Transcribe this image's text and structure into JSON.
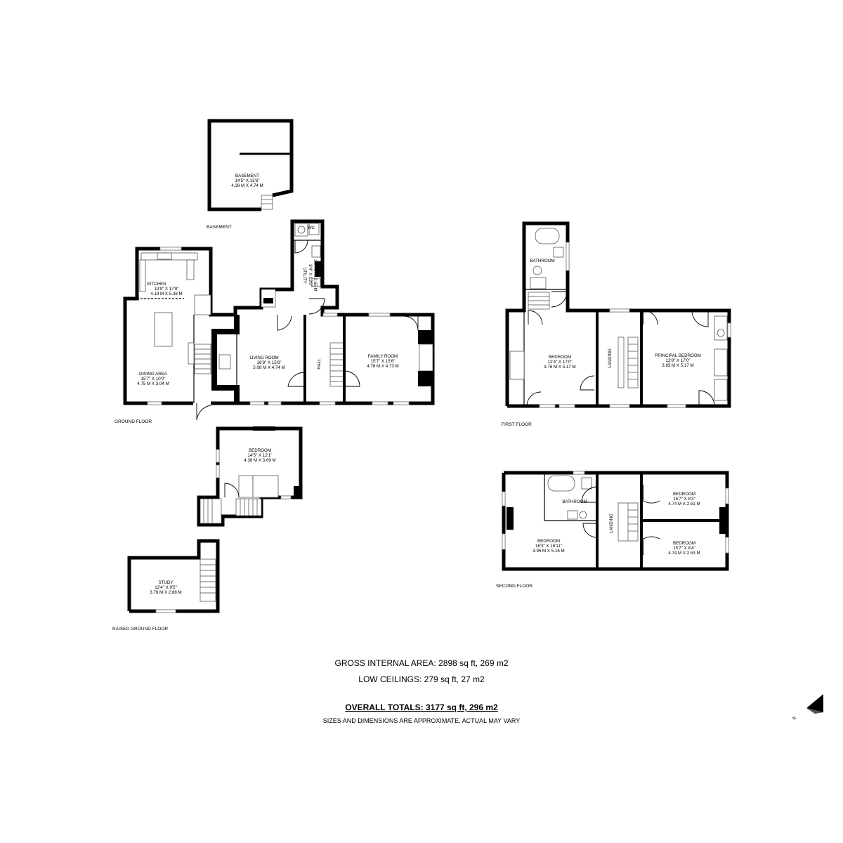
{
  "floors": {
    "basement": "BASEMENT",
    "ground": "GROUND FLOOR",
    "raised_ground": "RAISED GROUND FLOOR",
    "first": "FIRST FLOOR",
    "second": "SECOND FLOOR"
  },
  "rooms": {
    "basement": {
      "name": "BASEMENT",
      "imperial": "14'5\" X 15'6\"",
      "metric": "4.38 M X 4.74 M"
    },
    "kitchen": {
      "name": "KITCHEN",
      "imperial": "13'9\" X 17'8\"",
      "metric": "4.19 M X 5.38 M"
    },
    "dining": {
      "name": "DINING AREA",
      "imperial": "15'7\" X 10'0\"",
      "metric": "4.75 M X 3.04 M"
    },
    "living": {
      "name": "LIVING ROOM",
      "imperial": "16'8\" X 15'6\"",
      "metric": "5.08 M X 4.74 M"
    },
    "utility": {
      "name": "UTILITY",
      "imperial": "8'4\" X 12'0\"",
      "metric": "2.54 M X 3.65 M"
    },
    "wc": {
      "name": "WC"
    },
    "hall": {
      "name": "HALL"
    },
    "family": {
      "name": "FAMILY ROOM",
      "imperial": "15'7\" X 15'6\"",
      "metric": "4.76 M X 4.73 M"
    },
    "raised_bedroom": {
      "name": "BEDROOM",
      "imperial": "14'5\" X 12'1\"",
      "metric": "4.38 M X 3.69 M"
    },
    "study": {
      "name": "STUDY",
      "imperial": "12'4\" X 9'5\"",
      "metric": "3.76 M X 2.88 M"
    },
    "first_bathroom": {
      "name": "BATHROOM"
    },
    "first_bedroom": {
      "name": "BEDROOM",
      "imperial": "12'4\" X 17'0\"",
      "metric": "3.76 M X 5.17 M"
    },
    "first_landing": {
      "name": "LANDING"
    },
    "principal_bedroom": {
      "name": "PRINCIPAL BEDROOM",
      "imperial": "12'8\" X 17'0\"",
      "metric": "3.85 M X 5.17 M"
    },
    "second_bathroom": {
      "name": "BATHROOM"
    },
    "second_bedroom_large": {
      "name": "BEDROOM",
      "imperial": "16'3\" X 16'11\"",
      "metric": "4.95 M X 5.16 M"
    },
    "second_landing": {
      "name": "LANDING"
    },
    "second_bedroom_top": {
      "name": "BEDROOM",
      "imperial": "15'7\" X 8'3\"",
      "metric": "4.74 M X 2.51 M"
    },
    "second_bedroom_bottom": {
      "name": "BEDROOM",
      "imperial": "15'7\" X 8'4\"",
      "metric": "4.74 M X 2.53 M"
    }
  },
  "totals": {
    "gross": "GROSS INTERNAL AREA:  2898 sq ft, 269 m2",
    "low": "LOW CEILINGS: 279 sq ft, 27 m2",
    "overall": "OVERALL TOTALS:  3177 sq ft, 296 m2",
    "note": "SIZES AND DIMENSIONS ARE APPROXIMATE, ACTUAL MAY VARY"
  },
  "compass": {
    "label": "N",
    "icon": "north-arrow-icon"
  }
}
